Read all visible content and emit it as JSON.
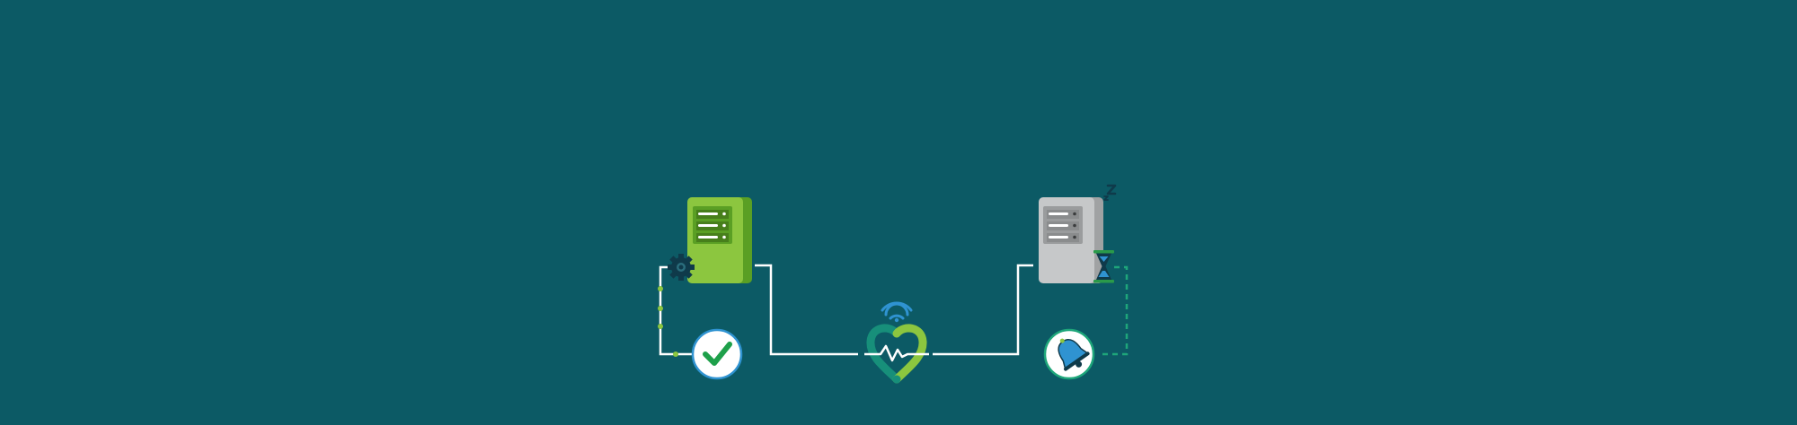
{
  "diagram": {
    "kind": "health-check / failover illustration",
    "background_color": "#0c5a65",
    "nodes": [
      {
        "id": "primary-server",
        "state": "active",
        "icon": "server-icon",
        "color": "#8cc63f",
        "accessory": "gear-icon"
      },
      {
        "id": "heartbeat",
        "icon": "heart-pulse-icon",
        "accessory": "wifi-signal-icon",
        "colors": [
          "#178f7a",
          "#8cc63f"
        ]
      },
      {
        "id": "standby-server",
        "state": "idle",
        "icon": "server-icon",
        "color": "#c6c8c9",
        "accessories": [
          "sleep-z-icon",
          "hourglass-icon"
        ]
      },
      {
        "id": "status-ok",
        "icon": "checkmark-icon",
        "color": "#1ea04a"
      },
      {
        "id": "status-alert",
        "icon": "bell-icon",
        "color": "#2f93d1"
      }
    ],
    "links": [
      {
        "from": "primary-server",
        "to": "heartbeat",
        "style": "solid",
        "color": "#ffffff"
      },
      {
        "from": "heartbeat",
        "to": "standby-server",
        "style": "solid",
        "color": "#ffffff"
      },
      {
        "from": "primary-server",
        "to": "status-ok",
        "style": "solid-with-dots",
        "color": "#ffffff",
        "dot_color": "#8cc63f"
      },
      {
        "from": "standby-server",
        "to": "status-alert",
        "style": "dashed",
        "color": "#1ea67a"
      }
    ]
  }
}
